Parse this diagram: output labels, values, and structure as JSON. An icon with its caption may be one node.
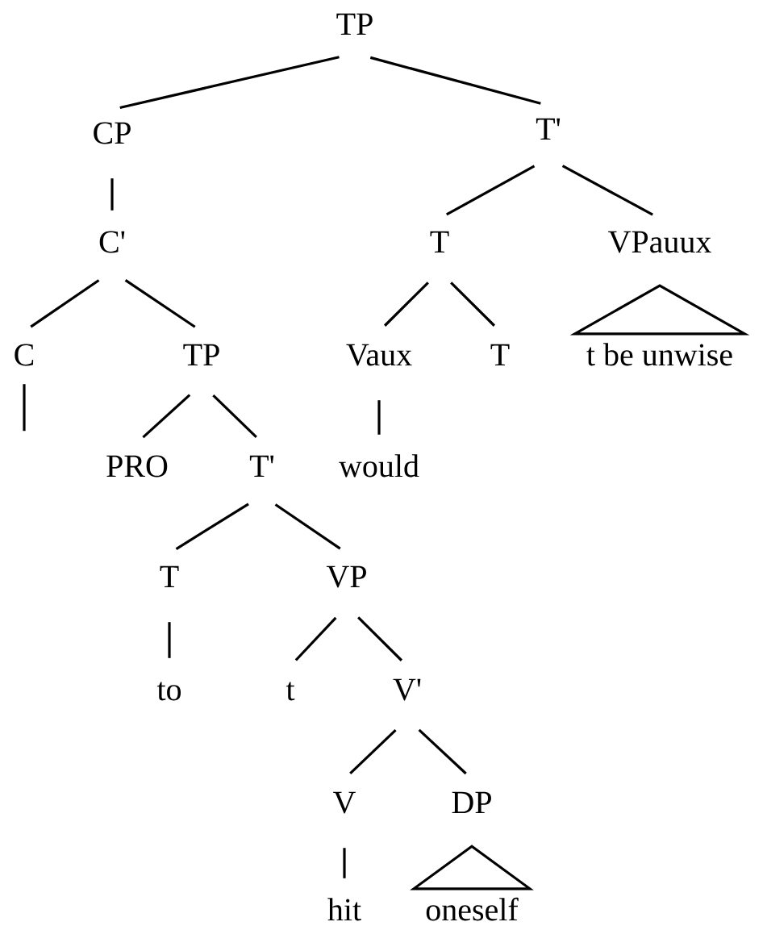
{
  "diagram": {
    "nodes": [
      {
        "text": [
          "TP"
        ]
      },
      {
        "text": [
          "CP"
        ]
      },
      {
        "text": [
          "T'"
        ]
      },
      {
        "text": [
          "C'"
        ]
      },
      {
        "text": [
          "T"
        ]
      },
      {
        "text": [
          "VPauux"
        ]
      },
      {
        "text": [
          "C"
        ]
      },
      {
        "text": [
          "TP"
        ]
      },
      {
        "text": [
          "Vaux"
        ]
      },
      {
        "text": [
          "T"
        ]
      },
      {
        "text": [
          "t be unwise"
        ]
      },
      {
        "text": [
          "PRO"
        ]
      },
      {
        "text": [
          "T'"
        ]
      },
      {
        "text": [
          "would"
        ]
      },
      {
        "text": [
          "T"
        ]
      },
      {
        "text": [
          "VP"
        ]
      },
      {
        "text": [
          "to"
        ]
      },
      {
        "text": [
          "t"
        ]
      },
      {
        "text": [
          "V'"
        ]
      },
      {
        "text": [
          "V"
        ]
      },
      {
        "text": [
          "DP"
        ]
      },
      {
        "text": [
          "hit"
        ]
      },
      {
        "text": [
          "oneself"
        ]
      }
    ],
    "edges": [
      {
        "from": 0,
        "to": 1,
        "arrow": "none"
      },
      {
        "from": 0,
        "to": 2,
        "arrow": "none"
      },
      {
        "from": 1,
        "to": 3,
        "arrow": "none"
      },
      {
        "from": 2,
        "to": 4,
        "arrow": "none"
      },
      {
        "from": 2,
        "to": 5,
        "arrow": "none"
      },
      {
        "from": 3,
        "to": 6,
        "arrow": "none"
      },
      {
        "from": 3,
        "to": 7,
        "arrow": "none"
      },
      {
        "from": 4,
        "to": 8,
        "arrow": "none"
      },
      {
        "from": 4,
        "to": 9,
        "arrow": "none"
      },
      {
        "from": 5,
        "to": 10,
        "arrow": "none"
      },
      {
        "from": 6,
        "to": null,
        "arrow": "none"
      },
      {
        "from": 7,
        "to": 11,
        "arrow": "none"
      },
      {
        "from": 7,
        "to": 12,
        "arrow": "none"
      },
      {
        "from": 8,
        "to": 13,
        "arrow": "none"
      },
      {
        "from": 12,
        "to": 14,
        "arrow": "none"
      },
      {
        "from": 12,
        "to": 15,
        "arrow": "none"
      },
      {
        "from": 14,
        "to": 16,
        "arrow": "none"
      },
      {
        "from": 15,
        "to": 17,
        "arrow": "none"
      },
      {
        "from": 15,
        "to": 18,
        "arrow": "none"
      },
      {
        "from": 18,
        "to": 19,
        "arrow": "none"
      },
      {
        "from": 18,
        "to": 20,
        "arrow": "none"
      },
      {
        "from": 19,
        "to": 21,
        "arrow": "none"
      },
      {
        "from": 20,
        "to": 22,
        "arrow": "none"
      }
    ]
  }
}
